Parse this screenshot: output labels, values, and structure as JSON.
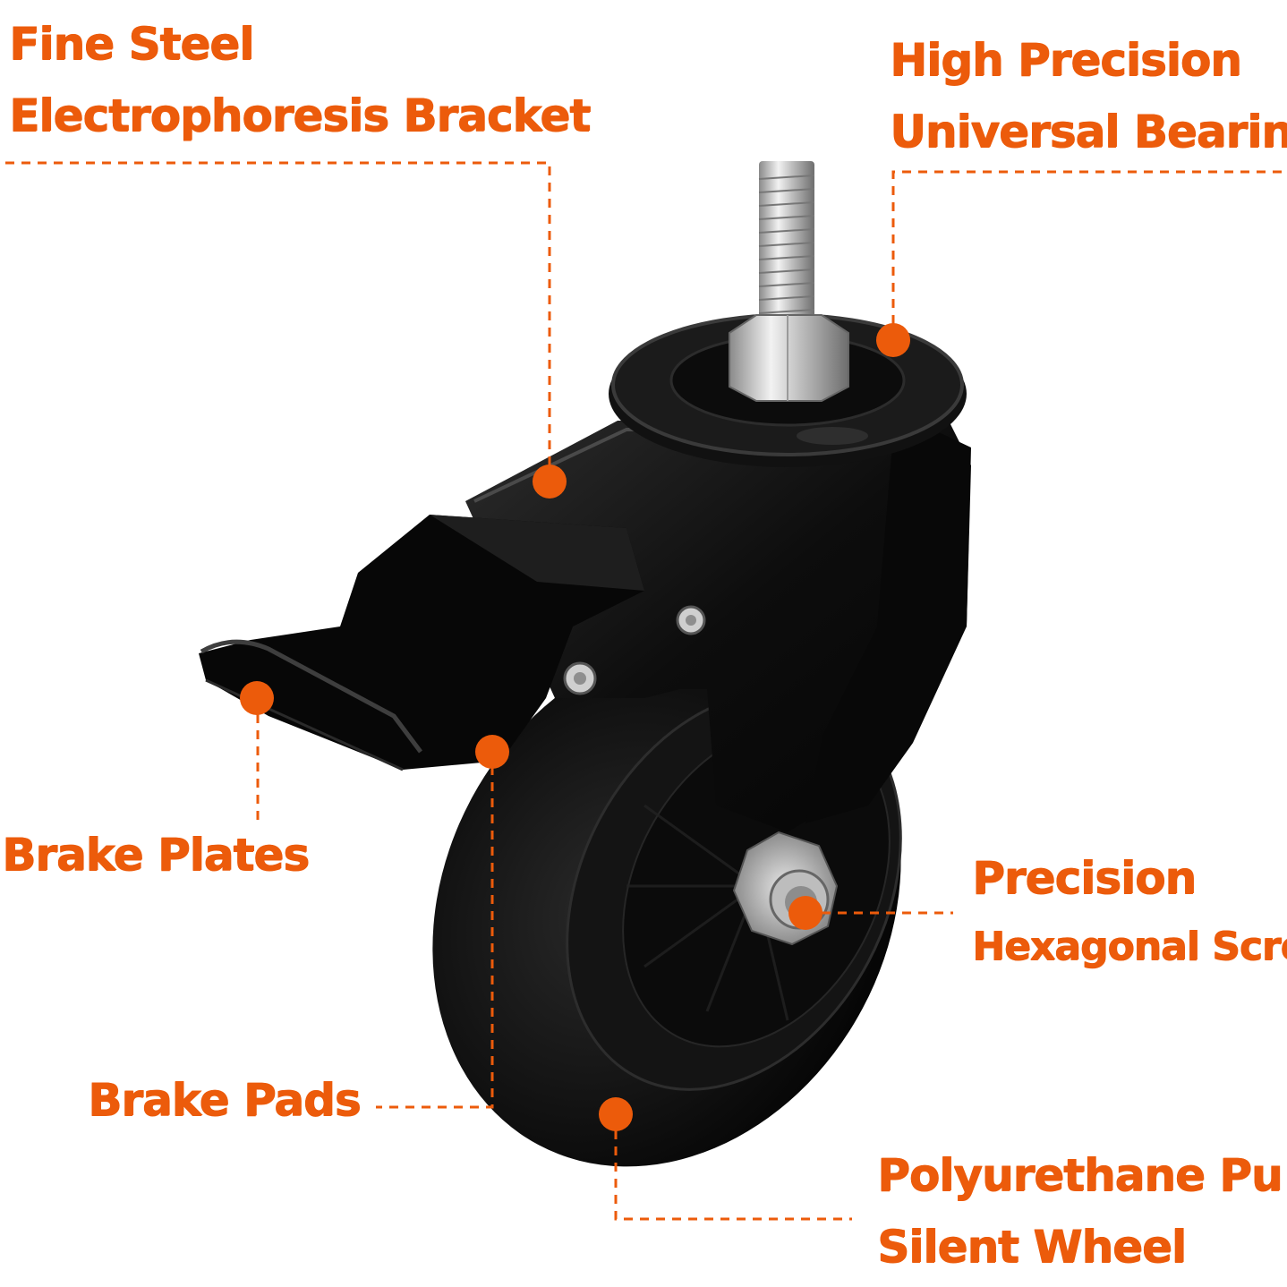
{
  "accent_color": "#ec5b0b",
  "product": "black swivel caster wheel with brake and threaded stem",
  "labels": {
    "bracket": {
      "line1": "Fine Steel",
      "line2": "Electrophoresis Bracket"
    },
    "bearing": {
      "line1": "High Precision",
      "line2": "Universal Bearing"
    },
    "brake_plates": {
      "line1": "Brake Plates"
    },
    "screw": {
      "line1": "Precision",
      "line2": "Hexagonal Screw"
    },
    "brake_pads": {
      "line1": "Brake Pads"
    },
    "wheel": {
      "line1": "Polyurethane Pu",
      "line2": "Silent Wheel"
    }
  },
  "icons": [
    "callout-dot-icon",
    "dashed-leader-line"
  ]
}
